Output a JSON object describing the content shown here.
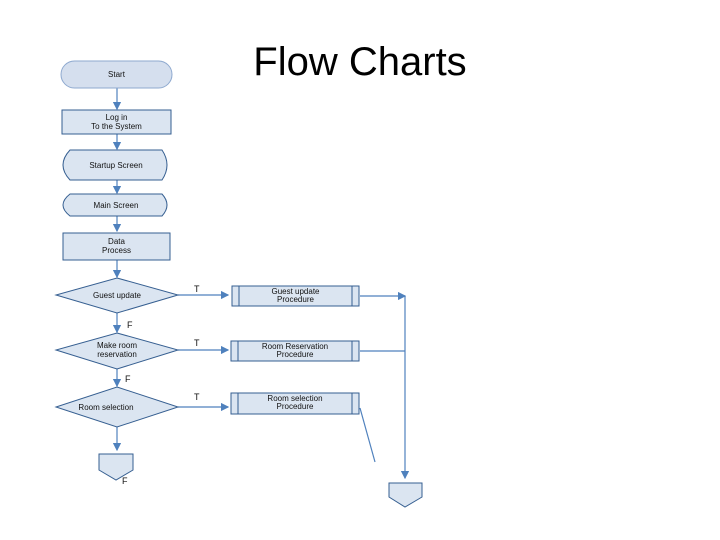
{
  "slide": {
    "title": "Flow Charts"
  },
  "flowchart": {
    "start": "Start",
    "login": [
      "Log in",
      "To the System"
    ],
    "startup": "Startup Screen",
    "main": "Main Screen",
    "data_process": [
      "Data",
      "Process"
    ],
    "decision_guest": "Guest update",
    "decision_reservation": [
      "Make room",
      "reservation"
    ],
    "decision_room": "Room selection",
    "proc_guest": [
      "Guest update",
      "Procedure"
    ],
    "proc_reservation": [
      "Room Reservation",
      "Procedure"
    ],
    "proc_room": [
      "Room selection",
      "Procedure"
    ],
    "flag_true": "T",
    "flag_false": "F"
  },
  "colors": {
    "fill": "#dbe5f1",
    "stroke": "#365f91",
    "connector": "#4f81bd"
  }
}
